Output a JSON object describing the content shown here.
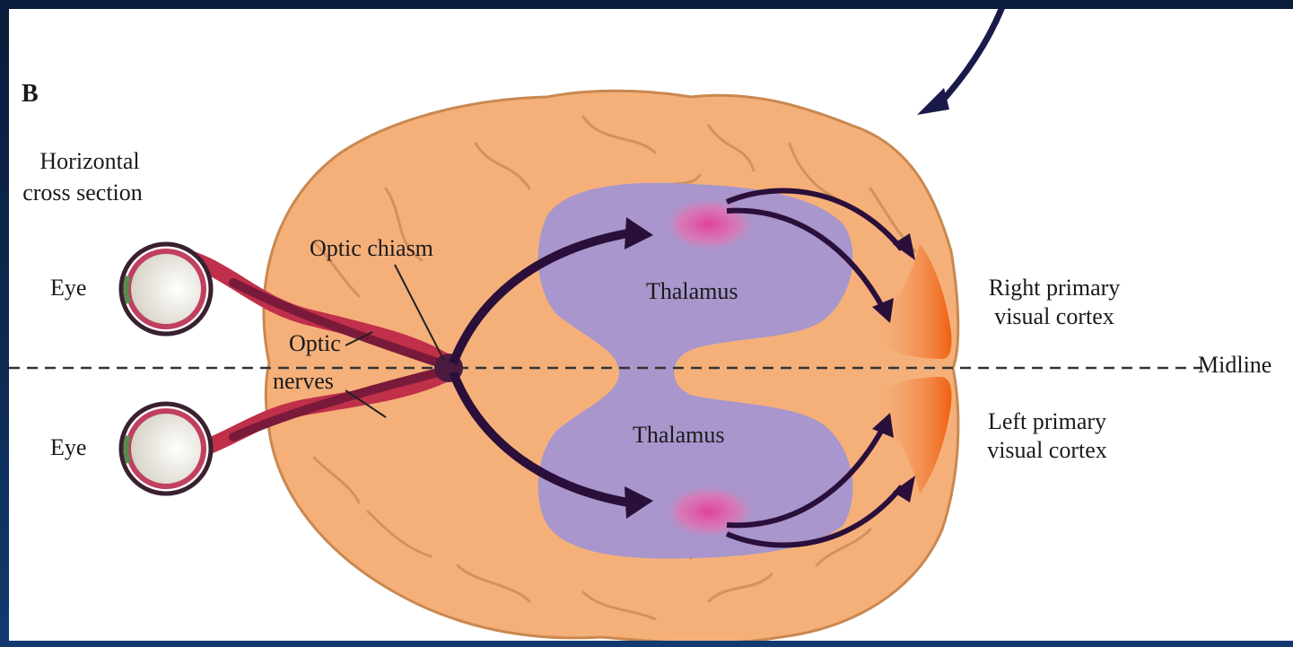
{
  "panel_label": "B",
  "section_label": {
    "line1": "Horizontal",
    "line2": "cross section"
  },
  "labels": {
    "eye_top": "Eye",
    "eye_bottom": "Eye",
    "optic_chiasm": "Optic chiasm",
    "optic_nerves_line1": "Optic",
    "optic_nerves_line2": "nerves",
    "thalamus_top": "Thalamus",
    "thalamus_bottom": "Thalamus",
    "right_cortex_line1": "Right primary",
    "right_cortex_line2": "visual cortex",
    "left_cortex_line1": "Left primary",
    "left_cortex_line2": "visual cortex",
    "midline": "Midline"
  },
  "colors": {
    "brain": "#f5b07a",
    "brain_outline": "#d08a55",
    "thalamus": "#a896cc",
    "nucleus": "#e0409a",
    "cortex": "#f07020",
    "pathway": "#3a1440",
    "nerve": "#c0304a",
    "eye_rim": "#c04060"
  }
}
